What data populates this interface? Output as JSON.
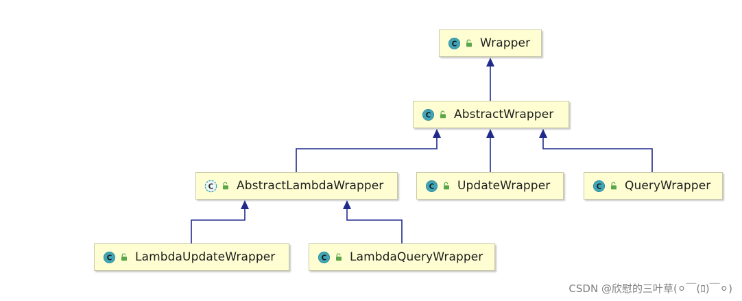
{
  "diagram": {
    "nodes": [
      {
        "id": "wrapper",
        "label": "Wrapper",
        "icon": "class-icon"
      },
      {
        "id": "abstract-wrapper",
        "label": "AbstractWrapper",
        "icon": "class-icon"
      },
      {
        "id": "abstract-lambda-wrapper",
        "label": "AbstractLambdaWrapper",
        "icon": "abstract-class-icon"
      },
      {
        "id": "update-wrapper",
        "label": "UpdateWrapper",
        "icon": "class-icon"
      },
      {
        "id": "query-wrapper",
        "label": "QueryWrapper",
        "icon": "class-icon"
      },
      {
        "id": "lambda-update-wrapper",
        "label": "LambdaUpdateWrapper",
        "icon": "class-icon"
      },
      {
        "id": "lambda-query-wrapper",
        "label": "LambdaQueryWrapper",
        "icon": "class-icon"
      }
    ],
    "edges": [
      {
        "from": "abstract-wrapper",
        "to": "wrapper"
      },
      {
        "from": "abstract-lambda-wrapper",
        "to": "abstract-wrapper"
      },
      {
        "from": "update-wrapper",
        "to": "abstract-wrapper"
      },
      {
        "from": "query-wrapper",
        "to": "abstract-wrapper"
      },
      {
        "from": "lambda-update-wrapper",
        "to": "abstract-lambda-wrapper"
      },
      {
        "from": "lambda-query-wrapper",
        "to": "abstract-lambda-wrapper"
      }
    ],
    "icon_glyph": "C",
    "colors": {
      "node_fill": "#fefed2",
      "node_border": "#c9c9a6",
      "edge": "#1f2a8a",
      "class_icon": "#3fa5b7",
      "lock_icon": "#5aa64a"
    }
  },
  "watermark": "CSDN @欣慰的三叶草(⚪︎￣(ﾛ)￣⚪︎)"
}
